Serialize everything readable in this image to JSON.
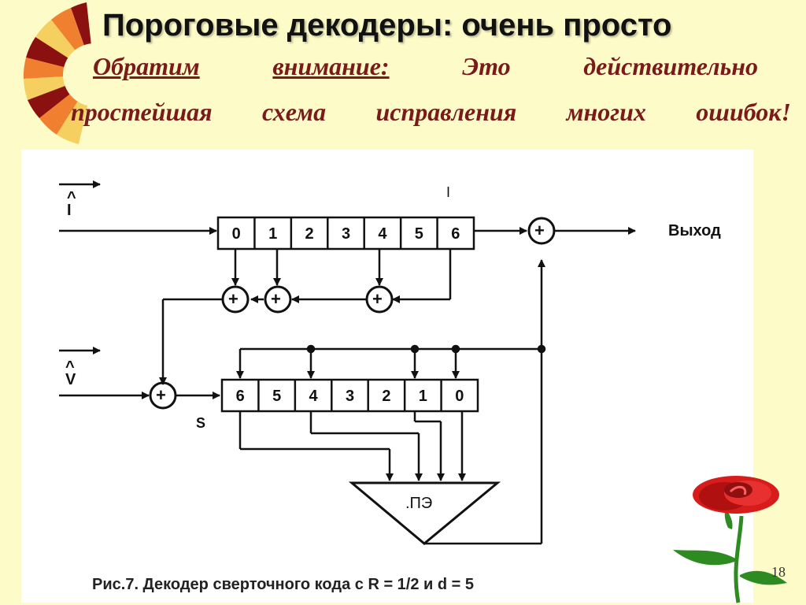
{
  "slide": {
    "title": "Пороговые декодеры: очень просто",
    "subtitle_line1": [
      "Обратим",
      "внимание:",
      "Это",
      "действительно"
    ],
    "subtitle_line2": [
      "простейшая",
      "схема",
      "исправления",
      "многих",
      "ошибок!"
    ],
    "page_number": "18"
  },
  "diagram": {
    "input_i_label": "^\nI",
    "input_v_label": "^\nV",
    "top_register_cells": [
      "0",
      "1",
      "2",
      "3",
      "4",
      "5",
      "6"
    ],
    "bottom_register_cells": [
      "6",
      "5",
      "4",
      "3",
      "2",
      "1",
      "0"
    ],
    "marker_label": "I",
    "output_label": "Выход",
    "syndrome_label": "S",
    "threshold_label": ".ПЭ",
    "adder_symbol": "+",
    "caption": "Рис.7. Декодер сверточного кода с R = 1/2 и d = 5"
  },
  "colors": {
    "background": "#fdfbc8",
    "subtitle": "#7a1a1a",
    "deco_orange": "#f08030",
    "deco_maroon": "#8b1010",
    "deco_yellow": "#f5d060",
    "rose_red": "#d81c1c",
    "stem_green": "#2e8b22"
  }
}
